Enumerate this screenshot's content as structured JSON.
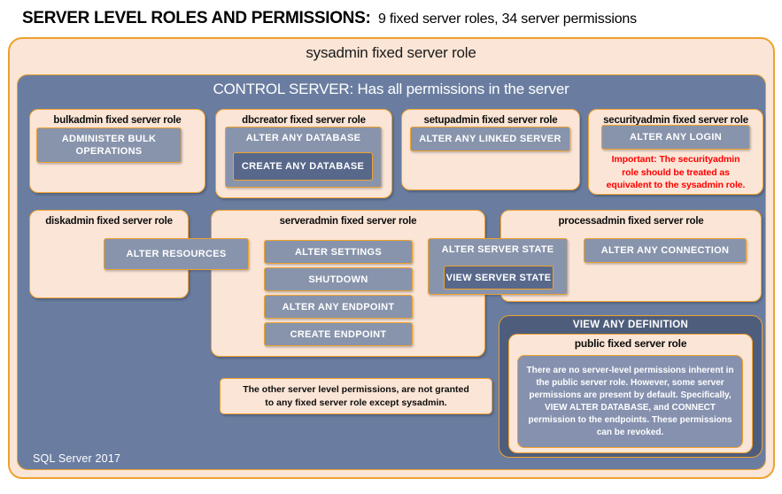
{
  "title": {
    "heading": "SERVER LEVEL ROLES AND PERMISSIONS:",
    "subheading": "9 fixed server roles, 34 server permissions"
  },
  "sysadmin_role": {
    "label": "sysadmin fixed server role"
  },
  "control_server": {
    "label": "CONTROL SERVER: Has all permissions in the server"
  },
  "roles": {
    "bulkadmin": {
      "title": "bulkadmin fixed server role",
      "permission": "ADMINISTER  BULK\nOPERATIONS"
    },
    "dbcreator": {
      "title": "dbcreator fixed server role",
      "permission_outer": "ALTER ANY DATABASE",
      "permission_inner": "CREATE ANY DATABASE"
    },
    "setupadmin": {
      "title": "setupadmin fixed server role",
      "permission": "ALTER ANY LINKED SERVER"
    },
    "securityadmin": {
      "title": "securityadmin fixed server role",
      "permission": "ALTER ANY LOGIN",
      "warning": "Important:  The securityadmin\nrole should  be treated as\nequivalent to the  sysadmin role."
    },
    "diskadmin": {
      "title": "diskadmin fixed server role",
      "permission": "ALTER RESOURCES"
    },
    "serveradmin": {
      "title": "serveradmin fixed server role",
      "permissions": [
        "ALTER SETTINGS",
        "SHUTDOWN",
        "ALTER ANY ENDPOINT",
        "CREATE ENDPOINT"
      ]
    },
    "server_state": {
      "permission_outer": "ALTER SERVER STATE",
      "permission_inner": "VIEW SERVER STATE"
    },
    "processadmin": {
      "title": "processadmin fixed server role",
      "permission": "ALTER ANY CONNECTION"
    },
    "public_role": {
      "permission_outer": "VIEW ANY DEFINITION",
      "title": "public fixed server role",
      "description": "There are no server-level permissions inherent in the public server role. However, some server permissions are present by default. Specifically, VIEW ALTER DATABASE, and CONNECT permission to the endpoints. These permissions can be revoked."
    }
  },
  "footnote": "The other server level permissions,  are not granted\nto any fixed server role except sysadmin.",
  "footer": "SQL Server 2017",
  "colors": {
    "gold_border": "#EFA12D",
    "peach_fill": "#FBE5D6",
    "slate_blue_background": "#6A7DA0",
    "permission_chip_fill": "#8894AC",
    "nested_permission_fill": "#57688B",
    "view_any_definition_fill": "#4E5D7B",
    "warning_text": "#FF0000"
  }
}
